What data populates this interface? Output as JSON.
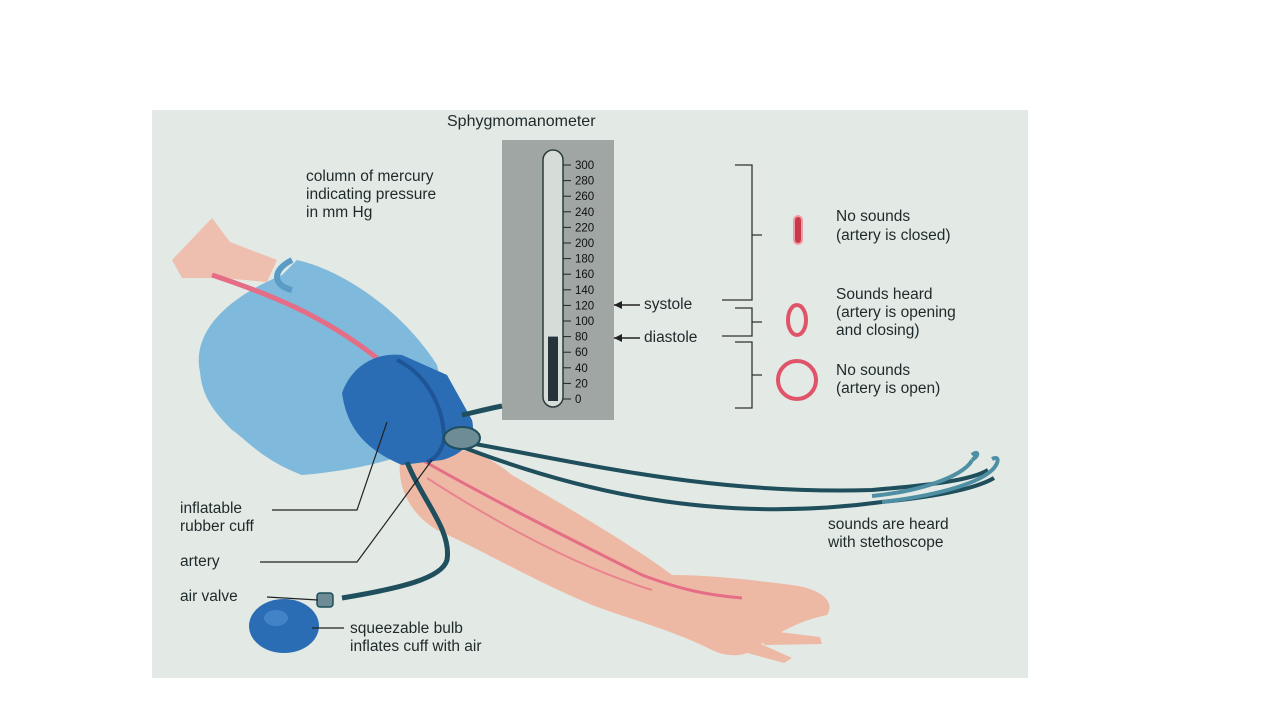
{
  "diagram": {
    "title": "Sphygmomanometer",
    "column_label": [
      "column of mercury",
      "indicating pressure",
      "in mm Hg"
    ],
    "scale_ticks": [
      "300",
      "280",
      "260",
      "240",
      "220",
      "200",
      "180",
      "160",
      "140",
      "120",
      "100",
      "80",
      "60",
      "40",
      "20",
      "0"
    ],
    "mercury_level": 80,
    "systole_label": "systole",
    "diastole_label": "diastole",
    "artery_states": [
      {
        "line1": "No sounds",
        "line2": "(artery is closed)"
      },
      {
        "line1": "Sounds heard",
        "line2": "(artery is opening",
        "line3": "and closing)"
      },
      {
        "line1": "No sounds",
        "line2": "(artery is open)"
      }
    ],
    "cuff_label": [
      "inflatable",
      "rubber cuff"
    ],
    "artery_label": "artery",
    "valve_label": "air valve",
    "bulb_label": [
      "squeezable bulb",
      "inflates cuff with air"
    ],
    "stethoscope_label": [
      "sounds are heard",
      "with stethoscope"
    ],
    "colors": {
      "panel": "#e3e9e5",
      "shirt": "#7fb9dc",
      "cuff": "#2b6db4",
      "skin": "#eeb9a4",
      "artery": "#e56d86",
      "tube": "#1f4e5c",
      "gauge": "#9fa6a3"
    }
  }
}
